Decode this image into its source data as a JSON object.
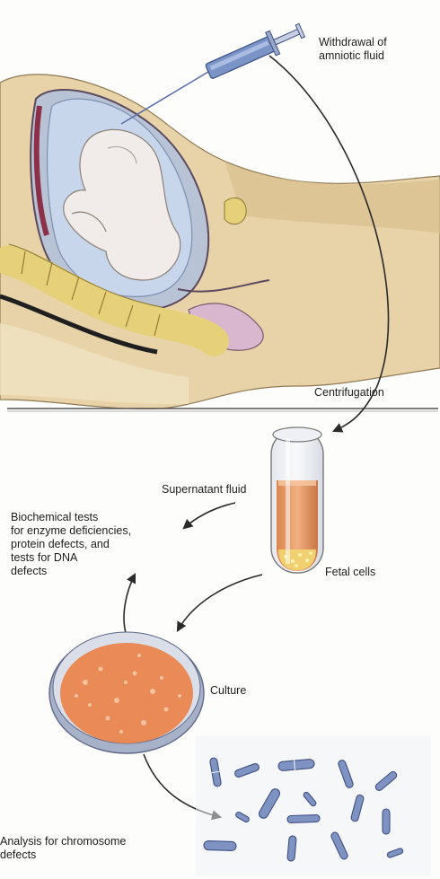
{
  "labels": {
    "withdrawal": "Withdrawal of\namniotic fluid",
    "centrifugation": "Centrifugation",
    "supernatant": "Supernatant fluid",
    "biochemical": "Biochemical tests\nfor enzyme deficiencies,\nprotein defects, and\ntests for DNA\ndefects",
    "fetal_cells": "Fetal cells",
    "culture": "Culture",
    "analysis": "Analysis for chromosome\ndefects"
  },
  "colors": {
    "skin": "#e8d3a8",
    "uterus": "#b9c3d6",
    "amniotic_fluid": "#c7d6ea",
    "fetus": "#f1ecea",
    "spine": "#e6d07a",
    "syringe": "#7a94c8",
    "culture_medium": "#e98a57",
    "chromosome": "#7f93c2",
    "arrow": "#2a2a2a"
  }
}
